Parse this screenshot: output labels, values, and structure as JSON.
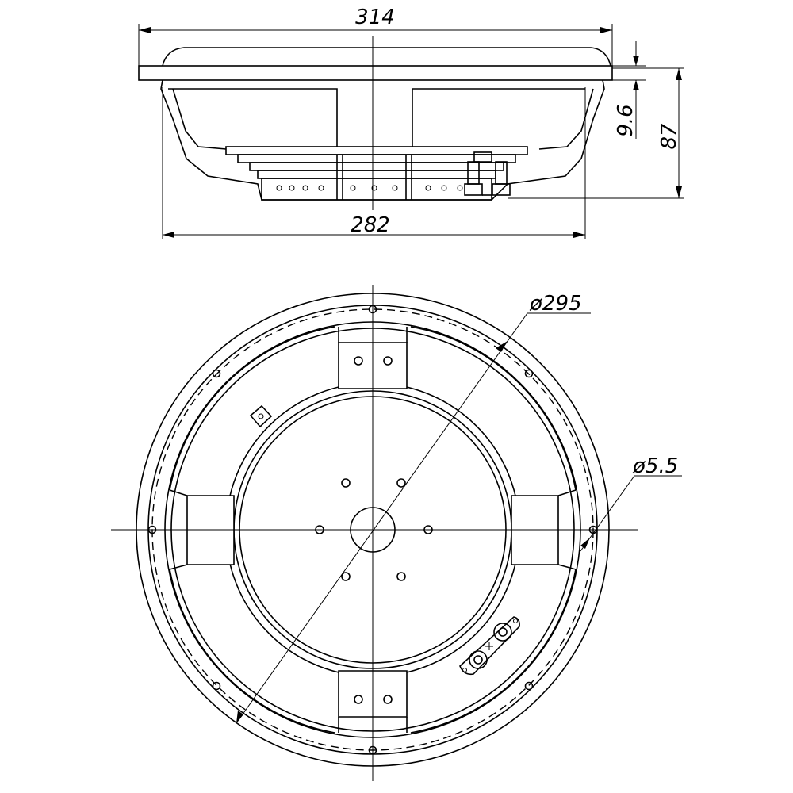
{
  "dimensions": {
    "overall_width": "314",
    "bottom_width": "282",
    "flange_thickness": "9.6",
    "overall_depth": "87",
    "bolt_circle_diameter": "ø295",
    "hole_diameter": "ø5.5"
  }
}
